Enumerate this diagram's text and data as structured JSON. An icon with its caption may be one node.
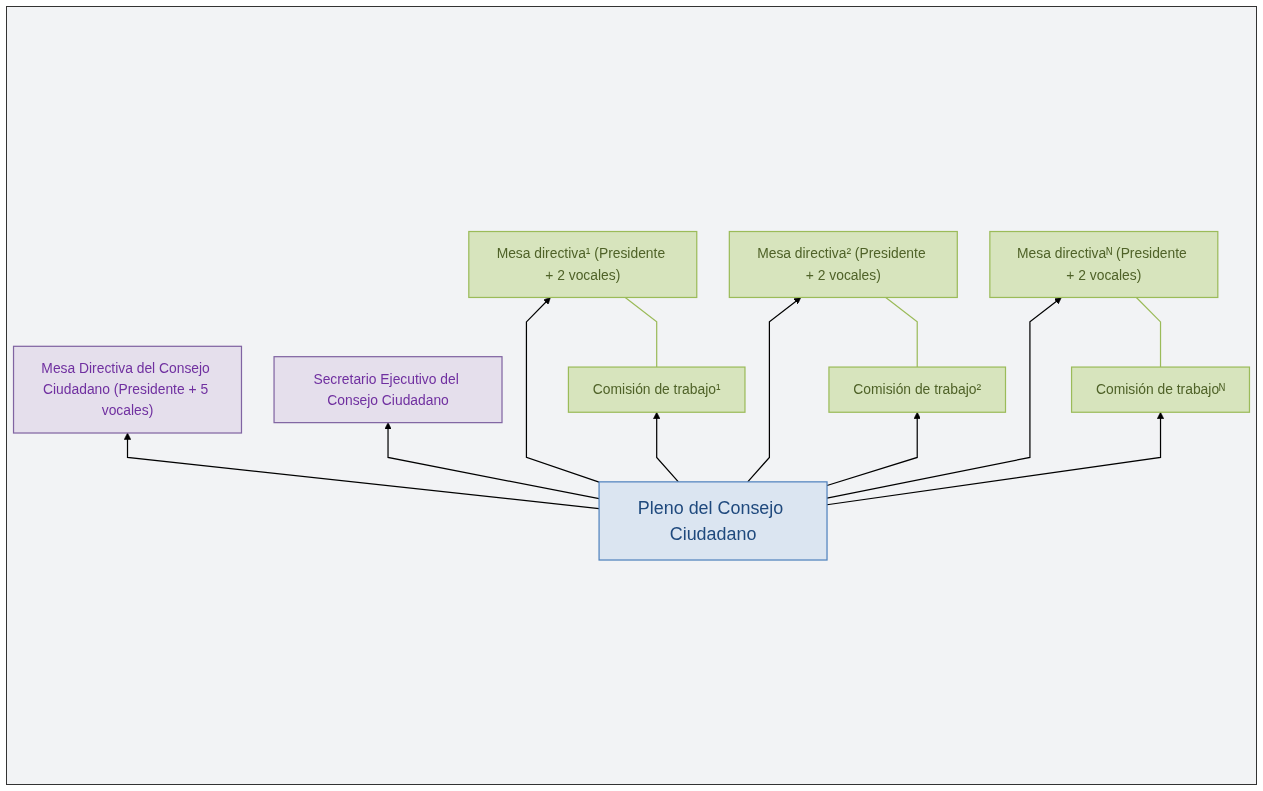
{
  "diagram": {
    "nodes": [
      {
        "text": [
          "Mesa Directiva del Consejo Ciudadano (Presidente + 5 vocales)"
        ]
      },
      {
        "text": [
          "Secretario Ejecutivo del Consejo Ciudadano"
        ]
      },
      {
        "text": [
          "Mesa directiva¹ (Presidente + 2 vocales)"
        ]
      },
      {
        "text": [
          "Mesa directiva² (Presidente + 2 vocales)"
        ]
      },
      {
        "text": [
          "Mesa directivaᴺ (Presidente + 2 vocales)"
        ]
      },
      {
        "text": [
          "Comisión de trabajo¹"
        ]
      },
      {
        "text": [
          "Comisión de trabajo²"
        ]
      },
      {
        "text": [
          "Comisión de trabajoᴺ"
        ]
      },
      {
        "text": [
          "Pleno del Consejo Ciudadano"
        ]
      }
    ],
    "edges": [
      {
        "from": 8,
        "to": 5,
        "arrow": "to"
      },
      {
        "from": 8,
        "to": 2,
        "arrow": "to"
      },
      {
        "from": 8,
        "to": 0,
        "arrow": "to"
      },
      {
        "from": 8,
        "to": 3,
        "arrow": "to"
      },
      {
        "from": 8,
        "to": 6,
        "arrow": "to"
      },
      {
        "from": 8,
        "to": 1,
        "arrow": "to"
      },
      {
        "from": 8,
        "to": 4,
        "arrow": "to"
      },
      {
        "from": 8,
        "to": 7,
        "arrow": "to"
      },
      {
        "from": 5,
        "to": 2,
        "arrow": "none",
        "color": "#9bbb59"
      },
      {
        "from": 6,
        "to": 3,
        "arrow": "none",
        "color": "#9bbb59"
      },
      {
        "from": 7,
        "to": 4,
        "arrow": "none",
        "color": "#9bbb59"
      }
    ]
  }
}
